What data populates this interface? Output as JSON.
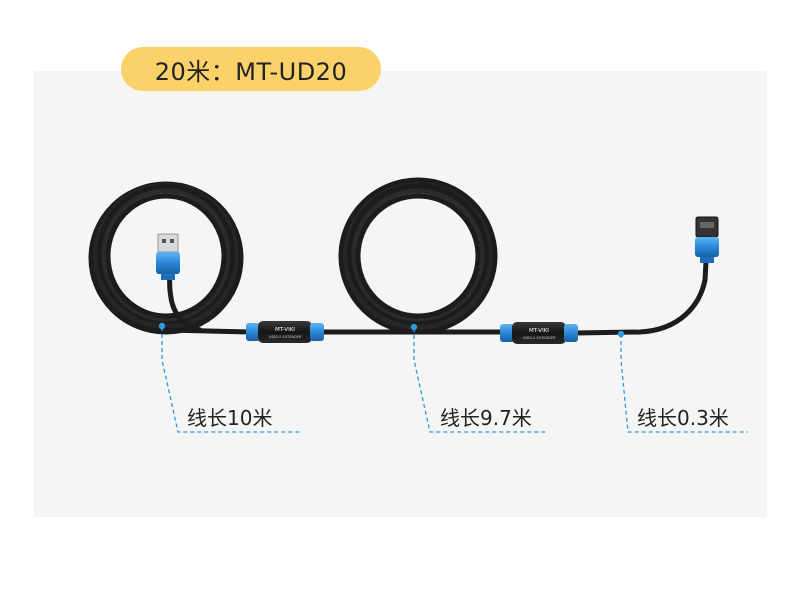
{
  "title": "20米：MT-UD20",
  "segments": [
    {
      "label": "线长10米"
    },
    {
      "label": "线长9.7米"
    },
    {
      "label": "线长0.3米"
    }
  ],
  "extender_text": {
    "brand": "MT-VIKI",
    "subtitle": "USB2.0 EXTENDER"
  },
  "colors": {
    "cable": "#1c1c1c",
    "connector_blue": "#2a88d8",
    "leader_line": "#2f9ae0",
    "title_badge": "#fbd26a"
  }
}
